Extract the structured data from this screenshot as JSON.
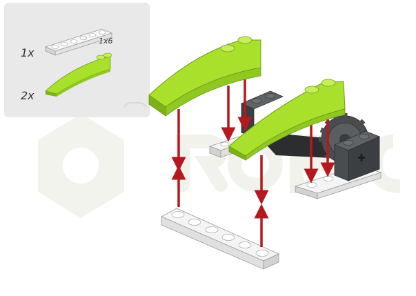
{
  "parts_list": {
    "items": [
      {
        "quantity": "1x",
        "part": "plate",
        "size_label": "1x6"
      },
      {
        "quantity": "2x",
        "part": "curved-slope"
      }
    ]
  },
  "colors": {
    "panel_bg": "#e9e9e9",
    "lime": "#a8e02c",
    "lime_light": "#c6f05a",
    "lime_dark": "#7fb019",
    "white_brick": "#f2f2f2",
    "white_brick_side": "#d2d2d2",
    "dark_grey": "#4a4d4f",
    "dark_grey_light": "#5f6365",
    "arrow": "#b3191f",
    "watermark": "#f2f2ec"
  },
  "icons": {
    "watermark": "robot-logo-watermark-icon",
    "gear": "gear-icon",
    "axle_hole": "cross-axle-hole-icon"
  }
}
